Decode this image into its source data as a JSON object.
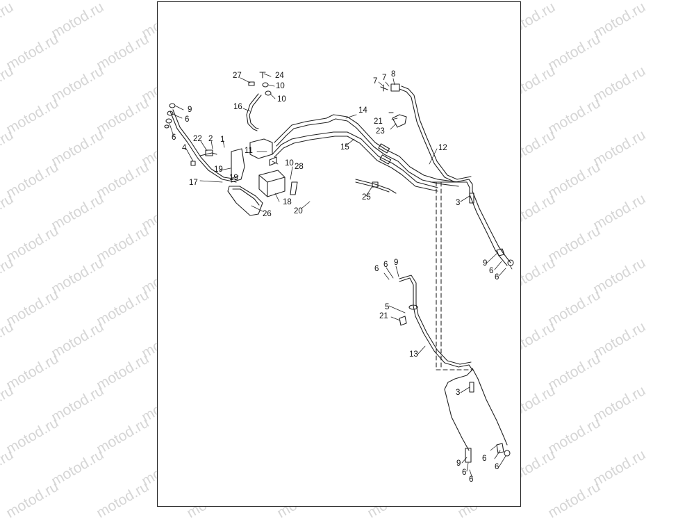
{
  "watermark": {
    "text": "motod.ru"
  },
  "callouts": [
    {
      "id": "c1",
      "label": "1"
    },
    {
      "id": "c2",
      "label": "2"
    },
    {
      "id": "c3a",
      "label": "3"
    },
    {
      "id": "c3b",
      "label": "3"
    },
    {
      "id": "c4",
      "label": "4"
    },
    {
      "id": "c5",
      "label": "5"
    },
    {
      "id": "c6a",
      "label": "6"
    },
    {
      "id": "c6b",
      "label": "6"
    },
    {
      "id": "c6c",
      "label": "6"
    },
    {
      "id": "c6d",
      "label": "6"
    },
    {
      "id": "c6e",
      "label": "6"
    },
    {
      "id": "c6f",
      "label": "6"
    },
    {
      "id": "c6g",
      "label": "6"
    },
    {
      "id": "c6h",
      "label": "6"
    },
    {
      "id": "c6i",
      "label": "6"
    },
    {
      "id": "c6j",
      "label": "6"
    },
    {
      "id": "c7a",
      "label": "7"
    },
    {
      "id": "c7b",
      "label": "7"
    },
    {
      "id": "c8",
      "label": "8"
    },
    {
      "id": "c9a",
      "label": "9"
    },
    {
      "id": "c9b",
      "label": "9"
    },
    {
      "id": "c9c",
      "label": "9"
    },
    {
      "id": "c9d",
      "label": "9"
    },
    {
      "id": "c10a",
      "label": "10"
    },
    {
      "id": "c10b",
      "label": "10"
    },
    {
      "id": "c10c",
      "label": "10"
    },
    {
      "id": "c11",
      "label": "11"
    },
    {
      "id": "c12",
      "label": "12"
    },
    {
      "id": "c13",
      "label": "13"
    },
    {
      "id": "c14",
      "label": "14"
    },
    {
      "id": "c15",
      "label": "15"
    },
    {
      "id": "c16",
      "label": "16"
    },
    {
      "id": "c17",
      "label": "17"
    },
    {
      "id": "c18",
      "label": "18"
    },
    {
      "id": "c19a",
      "label": "19"
    },
    {
      "id": "c19b",
      "label": "19"
    },
    {
      "id": "c20",
      "label": "20"
    },
    {
      "id": "c21a",
      "label": "21"
    },
    {
      "id": "c21b",
      "label": "21"
    },
    {
      "id": "c22",
      "label": "22"
    },
    {
      "id": "c23",
      "label": "23"
    },
    {
      "id": "c24",
      "label": "24"
    },
    {
      "id": "c25",
      "label": "25"
    },
    {
      "id": "c26",
      "label": "26"
    },
    {
      "id": "c27",
      "label": "27"
    },
    {
      "id": "c28",
      "label": "28"
    }
  ]
}
